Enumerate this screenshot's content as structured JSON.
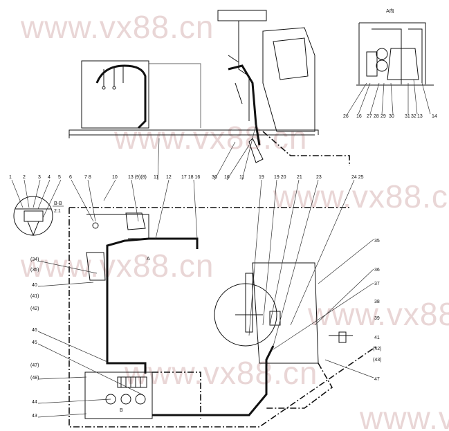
{
  "watermark": "www.vx88.cn",
  "view_labels": {
    "view_a": "A向",
    "section_bb": "B-B",
    "section_scale": "2:1",
    "arrow_a": "A",
    "arrow_b": "B"
  },
  "callouts_top_row": [
    "1",
    "2",
    "3",
    "4",
    "5",
    "6",
    "7 8",
    "10",
    "13 (9)(8)",
    "11",
    "12",
    "17 18 16",
    "36",
    "16",
    "11",
    "19",
    "19 20",
    "21",
    "23",
    "24 25"
  ],
  "callouts_view_a": [
    "26",
    "16",
    "27",
    "28",
    "29",
    "30",
    "31",
    "32",
    "13",
    "14"
  ],
  "callouts_right": [
    "35",
    "36",
    "37",
    "38",
    "39",
    "41",
    "(42)",
    "(43)",
    "47"
  ],
  "callouts_left": [
    "(34)",
    "(35)",
    "40",
    "(41)",
    "(42)",
    "46",
    "45",
    "(47)",
    "(48)",
    "44",
    "43"
  ]
}
